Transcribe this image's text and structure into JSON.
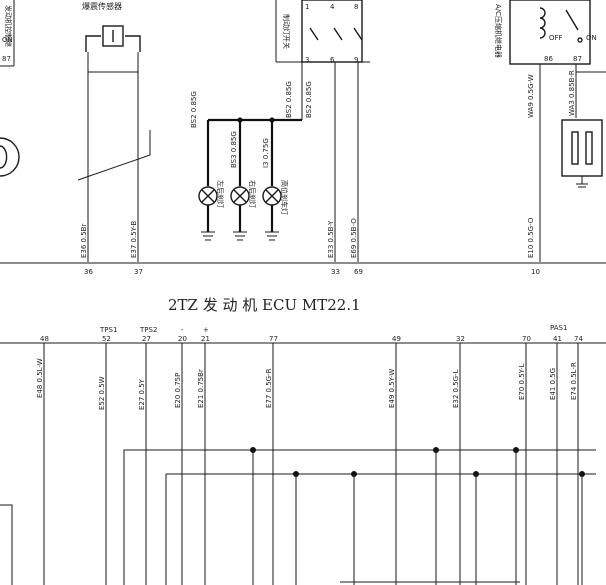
{
  "ecu_title": "2TZ 发 动 机 ECU MT22.1",
  "components": {
    "knock_sensor": "爆震传感器",
    "engine_ctrl_relay": "发动机控制继",
    "relay_on": "ON",
    "relay_87": "87",
    "brake_switch": "制动灯开关",
    "brake_pins_top": [
      "1",
      "4",
      "8"
    ],
    "brake_pins_bottom": [
      "3",
      "6",
      "9"
    ],
    "ac_relay": "A/C压缩机继电器",
    "ac_off": "OFF",
    "ac_on": "ON",
    "ac_pin_86": "86",
    "ac_pin_87": "87",
    "lamp_left": "左后刹灯",
    "lamp_right": "右后刹灯",
    "lamp_high": "高位刹车灯"
  },
  "upper_wires": [
    "BS2 0.85G",
    "BS2 0.85G",
    "BS2 0.85G",
    "BS3 0.85G",
    "I3 0.75G",
    "E36 0.5Br",
    "E37 0.5Y-B",
    "E33 0.5B-Y",
    "E69 0.5B-O",
    "E10 0.5G-O",
    "WA9 0.5G-W",
    "WA3 0.85B-R"
  ],
  "upper_pins": [
    "36",
    "37",
    "33",
    "69",
    "10"
  ],
  "lower_pins": [
    "48",
    "52",
    "27",
    "20",
    "21",
    "77",
    "49",
    "32",
    "70",
    "41",
    "74"
  ],
  "lower_pin_tags": [
    "TPS1",
    "TPS2",
    "-",
    "+",
    "PAS1"
  ],
  "lower_wires": [
    "E48 0.5L-W",
    "E52 0.5W",
    "E27 0.5Y",
    "E20 0.75P",
    "E21 0.75Br",
    "E77 0.5G-R",
    "E49 0.5Y-W",
    "E32 0.5G-L",
    "E70 0.5Y-L",
    "E41 0.5G",
    "E74 0.5L-R"
  ]
}
